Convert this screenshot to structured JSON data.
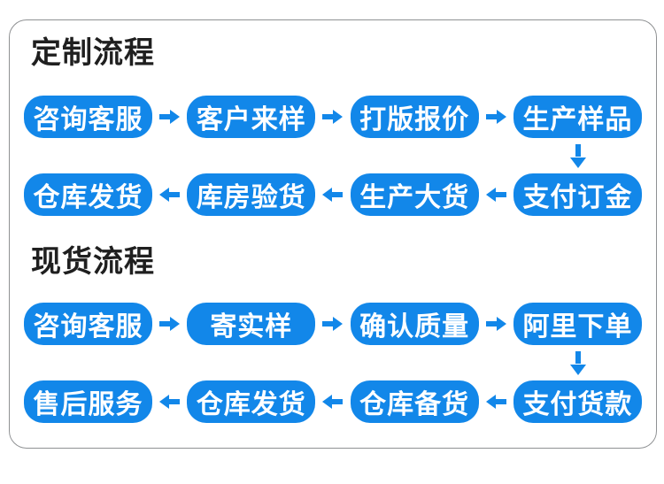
{
  "colors": {
    "accent_blue": "#1287e9",
    "panel_border": "#8f9193",
    "title_text": "#1f1f1f",
    "step_text": "#ffffff",
    "page_background": "#ffffff"
  },
  "sections": [
    {
      "title": "定制流程",
      "row1": [
        "咨询客服",
        "客户来样",
        "打版报价",
        "生产样品"
      ],
      "row2": [
        "仓库发货",
        "库房验货",
        "生产大货",
        "支付订金"
      ],
      "flow_direction": "row1 left-to-right, down on last column, row2 right-to-left"
    },
    {
      "title": "现货流程",
      "row1": [
        "咨询客服",
        "寄实样",
        "确认质量",
        "阿里下单"
      ],
      "row2": [
        "售后服务",
        "仓库发货",
        "仓库备货",
        "支付货款"
      ],
      "flow_direction": "row1 left-to-right, down on last column, row2 right-to-left"
    }
  ]
}
